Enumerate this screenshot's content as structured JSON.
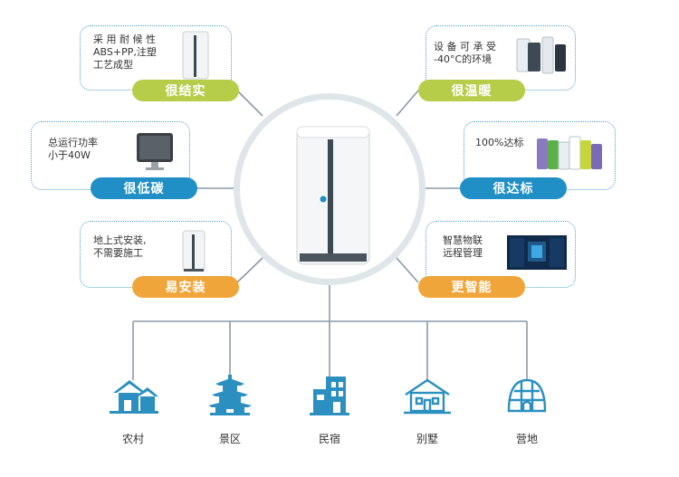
{
  "colors": {
    "green": "#b6cd4a",
    "blue": "#1f8fc6",
    "orange": "#f0a53a",
    "line": "#8a9aa5",
    "icon": "#2b8fc0"
  },
  "features": {
    "sturdy": {
      "desc": "采 用 耐 候 性\nABS+PP,注塑\n工艺成型",
      "title": "很结实"
    },
    "warm": {
      "desc": "设 备 可 承 受\n-40°C的环境",
      "title": "很温暖"
    },
    "low_carbon": {
      "desc": "总运行功率\n小于40W",
      "title": "很低碳"
    },
    "standard": {
      "desc": "100%达标",
      "title": "很达标"
    },
    "easy_install": {
      "desc": "地上式安装,\n不需要施工",
      "title": "易安装"
    },
    "smart": {
      "desc": "智慧物联\n远程管理",
      "title": "更智能"
    }
  },
  "scenes": [
    {
      "label": "农村",
      "icon": "village-icon"
    },
    {
      "label": "景区",
      "icon": "pagoda-icon"
    },
    {
      "label": "民宿",
      "icon": "homestay-icon"
    },
    {
      "label": "别墅",
      "icon": "villa-icon"
    },
    {
      "label": "营地",
      "icon": "camp-icon"
    }
  ]
}
